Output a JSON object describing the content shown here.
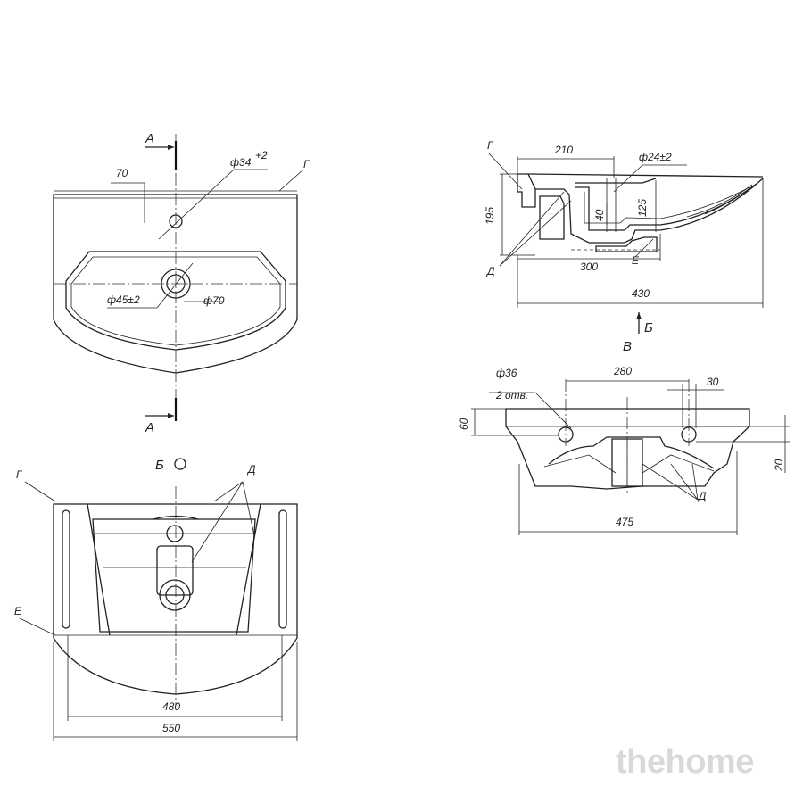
{
  "views": {
    "top": {
      "section_mark_top": "А",
      "section_mark_bottom": "А",
      "dim_70_left": "70",
      "hole_tap": "ф34",
      "hole_tap_tol": "+2",
      "edge_label": "Г",
      "drain_inner": "ф45±2",
      "drain_outer": "ф70"
    },
    "side": {
      "edge_label": "Г",
      "dim_width_top": "210",
      "overflow_hole": "ф24±2",
      "dim_height": "195",
      "dim_40": "40",
      "dim_125": "125",
      "surface_label": "Д",
      "dim_300": "300",
      "dim_430": "430",
      "rim_label": "Е",
      "view_arrow": "Б"
    },
    "front": {
      "view_title": "В",
      "holes": "ф36",
      "holes_count": "2 отв.",
      "dim_280": "280",
      "dim_30": "30",
      "dim_60": "60",
      "dim_20": "20",
      "surface_label": "Д",
      "dim_475": "475"
    },
    "bottom": {
      "view_title": "Б",
      "edge_label": "Г",
      "surface_label": "Д",
      "rim_label": "Е",
      "dim_480": "480",
      "dim_550": "550"
    }
  },
  "watermark": "thehome"
}
